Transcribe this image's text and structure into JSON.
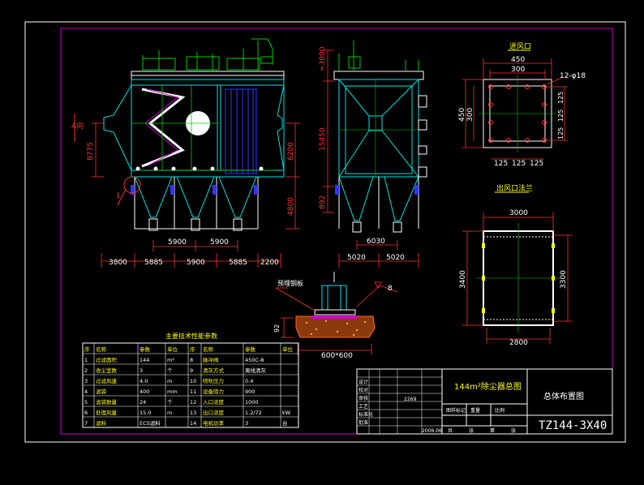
{
  "drawing": {
    "number": "TZ144-3X40",
    "title_cn": "总体布置图",
    "product": "144m²除尘器总图",
    "date": "2006.06",
    "scale_ref": "2269"
  },
  "colors": {
    "background": "#000000",
    "border": "#ffffff",
    "frame": "#cc00cc",
    "structure": "#00e5e5",
    "detail": "#00cc00",
    "dimension": "#ff3333",
    "text": "#ffffff",
    "highlight": "#ffff00",
    "blue": "#3333ff"
  },
  "front_view": {
    "dims_bottom": [
      "3800",
      "5885",
      "5900",
      "5885",
      "2200"
    ],
    "dims_mid": [
      "5900",
      "5900"
    ],
    "dim_left": "8775",
    "dim_right_upper": "6200",
    "dim_right_lower": "4800",
    "label_i": "I"
  },
  "side_view": {
    "dim_top": "≈3000",
    "dim_total": "15450",
    "dim_low": "892",
    "dim_mid": "6030",
    "dims_bottom": [
      "5020",
      "5020"
    ]
  },
  "flange": {
    "title": "进风口",
    "overall": "450",
    "inner": "300",
    "bolts": "12-φ18",
    "side_overall": "450",
    "side_inner": "300",
    "right_dims": [
      "125",
      "125",
      "125"
    ],
    "bottom_dims": [
      "125",
      "125",
      "125"
    ]
  },
  "outlet": {
    "title": "出风口法兰",
    "width": "3000",
    "height_left": "3400",
    "height_right": "3300",
    "bottom": "2800"
  },
  "foundation": {
    "label": "预埋钢板",
    "size": "600*600",
    "dim": "92",
    "weld": "8"
  },
  "tech_table": {
    "title": "主要技术性能参数",
    "headers": [
      "序",
      "名称",
      "参数",
      "单位",
      "序",
      "名称",
      "参数",
      "单位"
    ],
    "rows": [
      [
        "1",
        "过滤面积",
        "144",
        "m²",
        "8",
        "脉冲阀",
        "450C-8",
        ""
      ],
      [
        "2",
        "收尘室数",
        "3",
        "个",
        "9",
        "清灰方式",
        "离线清灰",
        ""
      ],
      [
        "3",
        "过滤风速",
        "4.0",
        "m",
        "10",
        "喷吹压力",
        "0.4",
        ""
      ],
      [
        "4",
        "滤袋",
        "400",
        "mm",
        "11",
        "设备阻力",
        "900",
        ""
      ],
      [
        "5",
        "滤袋数量",
        "24",
        "个",
        "12",
        "入口浓度",
        "1000",
        ""
      ],
      [
        "6",
        "处理风量",
        "15.0",
        "m",
        "13",
        "出口浓度",
        "1.2/72",
        "kW"
      ],
      [
        "7",
        "滤料",
        "ECS滤料",
        "",
        "14",
        "电机功率",
        "3",
        "台"
      ]
    ]
  },
  "title_block": {
    "rows": [
      "设计",
      "校对",
      "审核",
      "工艺",
      "标准化",
      "批准"
    ],
    "cols": [
      "图样标记",
      "重量",
      "比例"
    ],
    "sheet": [
      "共",
      "张",
      "第",
      "张"
    ]
  }
}
